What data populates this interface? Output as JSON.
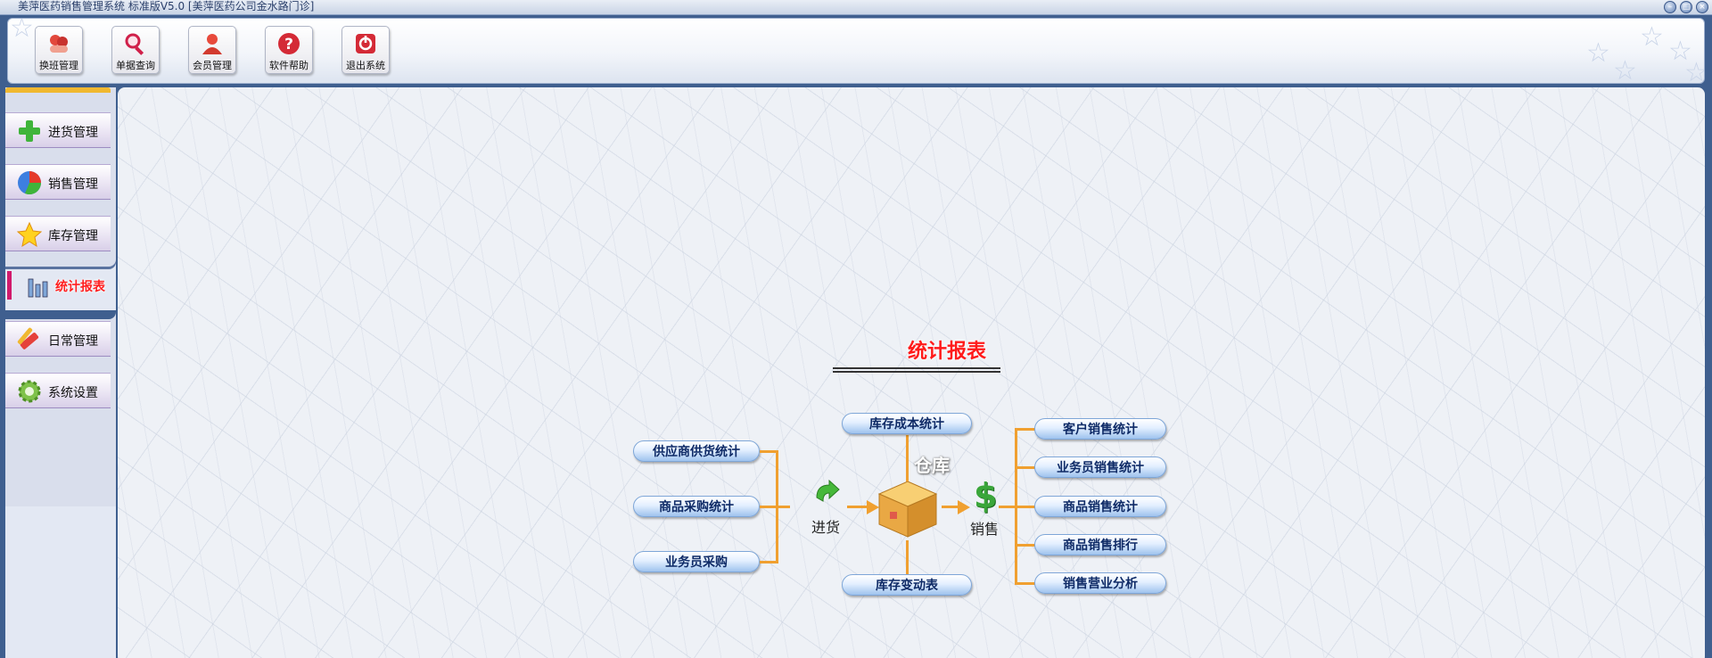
{
  "window": {
    "title": "美萍医药销售管理系统 标准版V5.0 [美萍医药公司金水路门诊]",
    "min_symbol": "–",
    "max_symbol": "□",
    "close_symbol": "×"
  },
  "toolbar": {
    "buttons": [
      {
        "label": "换班管理",
        "icon": "shift-icon"
      },
      {
        "label": "单据查询",
        "icon": "magnifier-icon"
      },
      {
        "label": "会员管理",
        "icon": "member-icon"
      },
      {
        "label": "软件帮助",
        "icon": "help-icon"
      },
      {
        "label": "退出系统",
        "icon": "power-icon"
      }
    ]
  },
  "sidebar": {
    "items": [
      {
        "label": "进货管理",
        "icon": "plus-icon"
      },
      {
        "label": "销售管理",
        "icon": "pie-icon"
      },
      {
        "label": "库存管理",
        "icon": "star-icon"
      },
      {
        "label": "统计报表",
        "icon": "bar-chart-icon",
        "active": true
      },
      {
        "label": "日常管理",
        "icon": "tools-icon"
      },
      {
        "label": "系统设置",
        "icon": "gear-icon"
      }
    ]
  },
  "main": {
    "heading": "统计报表",
    "left_buttons": [
      "供应商供货统计",
      "商品采购统计",
      "业务员采购"
    ],
    "stock_cost": "库存成本统计",
    "stock_change": "库存变动表",
    "right_buttons": [
      "客户销售统计",
      "业务员销售统计",
      "商品销售统计",
      "商品销售排行",
      "销售营业分析"
    ],
    "label_purchase": "进货",
    "label_warehouse": "仓库",
    "label_sales": "销售",
    "dollar": "$"
  },
  "colors": {
    "accent_red": "#ff1a1a",
    "connector_orange": "#f0a030",
    "button_text": "#0e2a66",
    "frame_blue": "#3f5f8f"
  }
}
